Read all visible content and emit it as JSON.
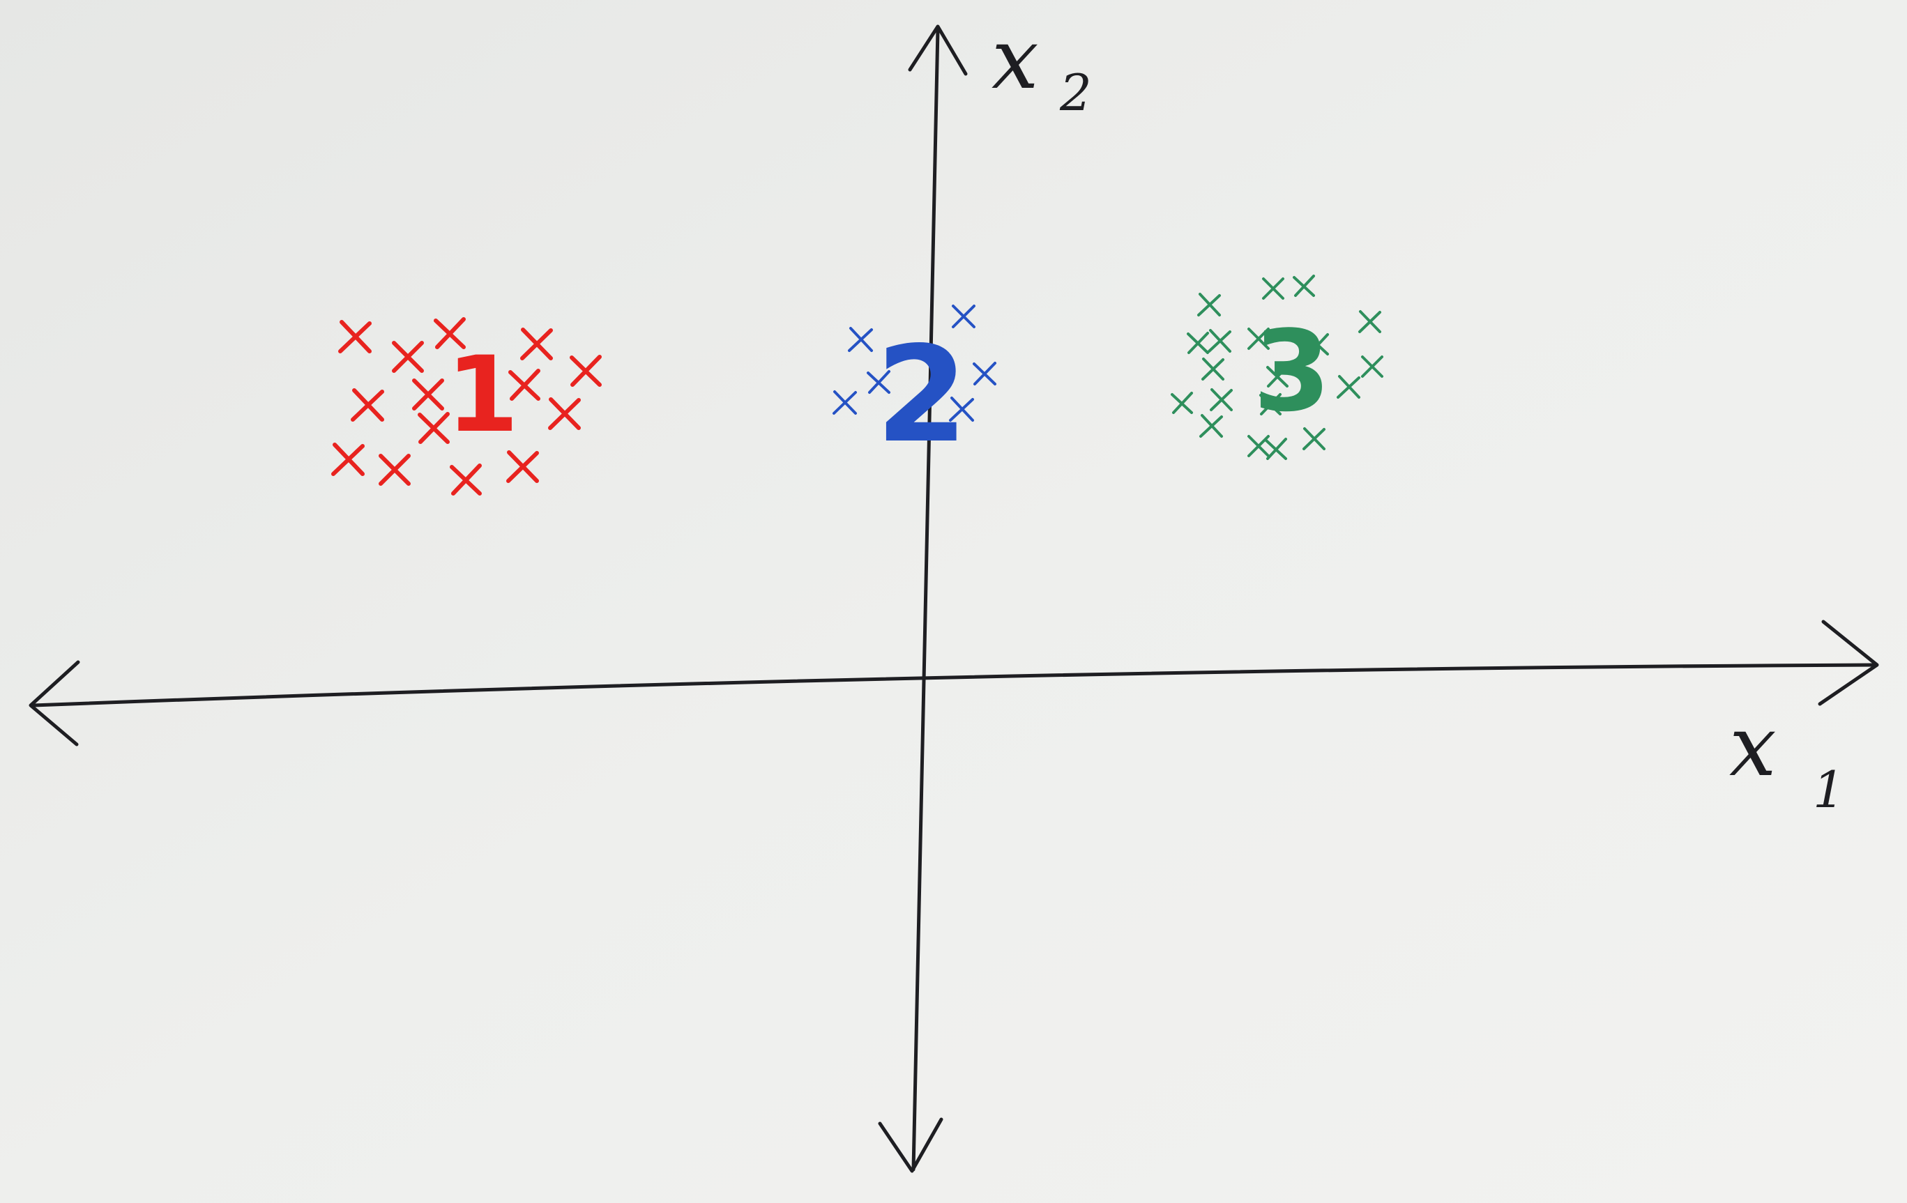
{
  "axes": {
    "x_label": "x",
    "x_subscript": "1",
    "y_label": "x",
    "y_subscript": "2"
  },
  "clusters": [
    {
      "label": "1",
      "color": "#e8231f",
      "marker": "cross-marker"
    },
    {
      "label": "2",
      "color": "#2552c4",
      "marker": "cross-marker"
    },
    {
      "label": "3",
      "color": "#2e8f5c",
      "marker": "cross-marker"
    }
  ],
  "colors": {
    "ink": "#1e1e22",
    "paper": "#ecedeb"
  }
}
